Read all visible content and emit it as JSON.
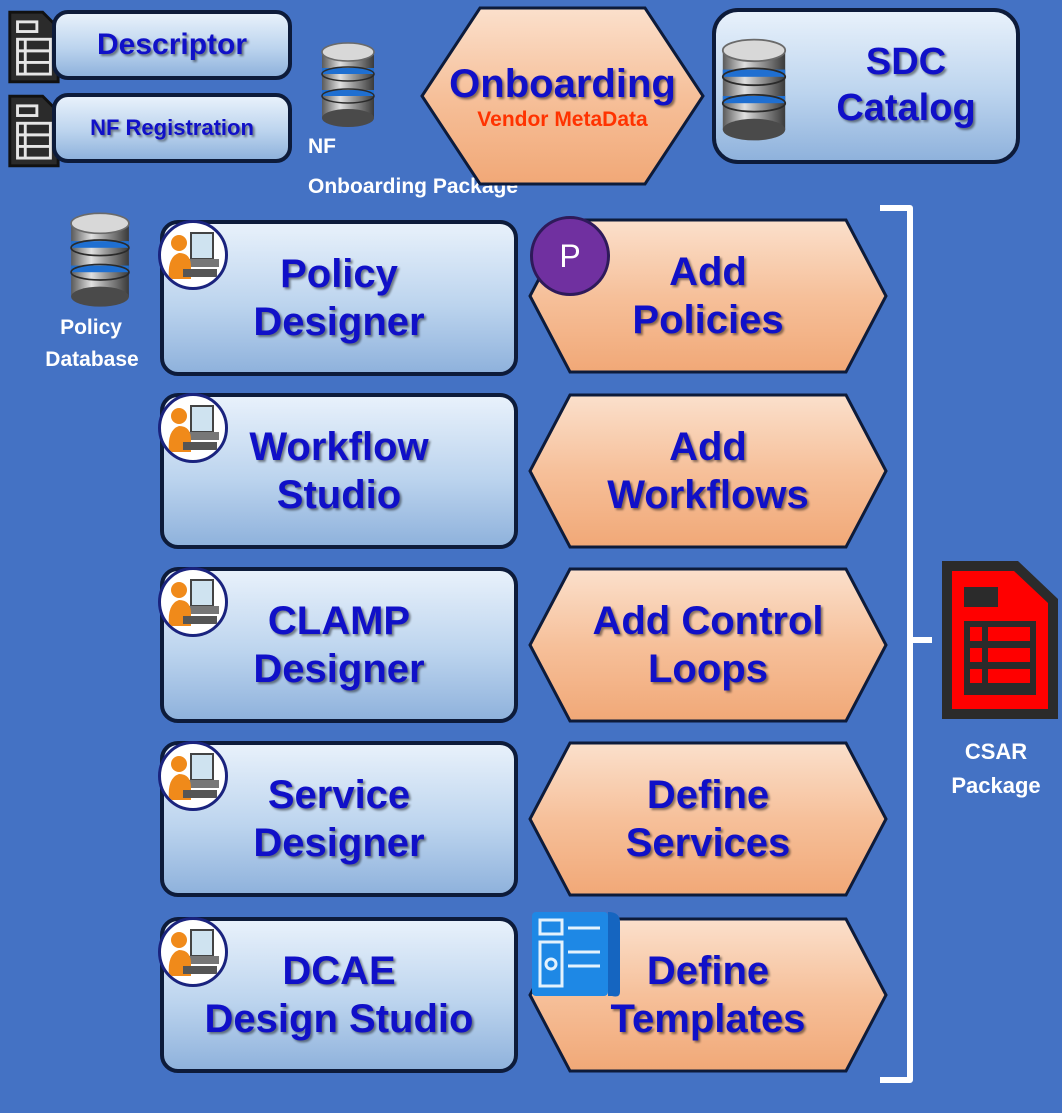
{
  "top": {
    "descriptor_label": "Descriptor",
    "nf_registration_label": "NF Registration",
    "nf_package_line1": "NF",
    "nf_package_line2": "Onboarding Package",
    "onboarding_title": "Onboarding",
    "onboarding_sub": "Vendor MetaData",
    "sdc_line1": "SDC",
    "sdc_line2": "Catalog"
  },
  "policy_db": {
    "line1": "Policy",
    "line2": "Database"
  },
  "rows": [
    {
      "designer": [
        "Policy",
        "Designer"
      ],
      "action": [
        "Add",
        "Policies"
      ]
    },
    {
      "designer": [
        "Workflow",
        "Studio"
      ],
      "action": [
        "Add",
        "Workflows"
      ]
    },
    {
      "designer": [
        "CLAMP",
        "Designer"
      ],
      "action": [
        "Add Control",
        "Loops"
      ]
    },
    {
      "designer": [
        "Service",
        "Designer"
      ],
      "action": [
        "Define",
        "Services"
      ]
    },
    {
      "designer": [
        "DCAE",
        "Design Studio"
      ],
      "action": [
        "Define",
        "Templates"
      ]
    }
  ],
  "p_badge": "P",
  "csar": {
    "line1": "CSAR",
    "line2": "Package"
  },
  "colors": {
    "background": "#4472C4",
    "designer_text": "#1010c8",
    "onboarding_sub_text": "#ff3300",
    "hex_fill": "#f4b183",
    "csar_red": "#ff0000",
    "badge_purple": "#7030a0"
  }
}
